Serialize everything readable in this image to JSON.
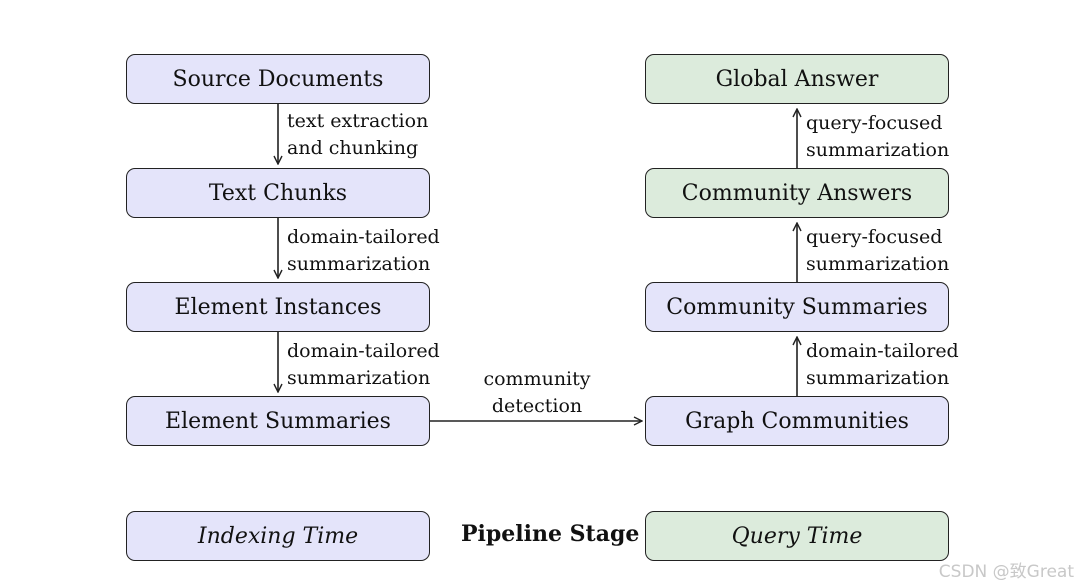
{
  "left_column": {
    "boxes": [
      "Source Documents",
      "Text Chunks",
      "Element Instances",
      "Element Summaries"
    ],
    "arrow_labels": [
      "text extraction\nand chunking",
      "domain-tailored\nsummarization",
      "domain-tailored\nsummarization"
    ]
  },
  "right_column": {
    "boxes": [
      "Global Answer",
      "Community Answers",
      "Community Summaries",
      "Graph Communities"
    ],
    "arrow_labels": [
      "query-focused\nsummarization",
      "query-focused\nsummarization",
      "domain-tailored\nsummarization"
    ]
  },
  "connector_label": "community\ndetection",
  "legend": {
    "indexing": "Indexing Time",
    "stage": "Pipeline Stage",
    "query": "Query Time"
  },
  "watermark": "CSDN @致Great",
  "colors": {
    "indexing_fill": "#e4e4fa",
    "query_fill": "#dcebdc",
    "stroke": "#222222"
  }
}
